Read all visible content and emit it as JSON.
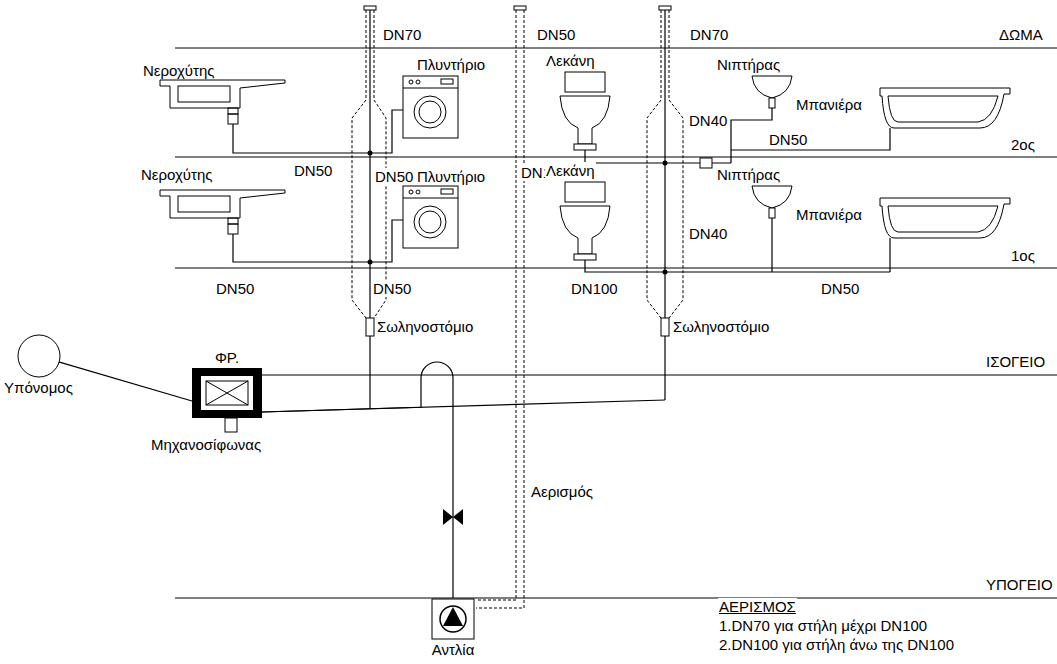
{
  "diagram": {
    "nodes": [
      {
        "text": [
          "ΦΡ."
        ]
      },
      {
        "text": [
          "Υπόνομος"
        ]
      },
      {
        "text": [
          "Αντλία"
        ]
      }
    ],
    "edges": [
      {
        "from": 0,
        "to": 1,
        "arrow": "none"
      },
      {
        "from": 2,
        "to": 0,
        "arrow": "none"
      }
    ],
    "labels": [
      "DN70",
      "DN50",
      "DN70",
      "ΔΩΜΑ",
      "Νεροχύτης",
      "Πλυντήριο",
      "Λεκάνη",
      "Νιπτήρας",
      "Μπανιέρα",
      "DN40",
      "DN50",
      "2ος",
      "DN100",
      "DN50",
      "Νεροχύτης",
      "DN50",
      "Πλυντήριο",
      "Λεκάνη",
      "Νιπτήρας",
      "DN40",
      "Μπανιέρα",
      "1ος",
      "DN50",
      "DN50",
      "DN100",
      "DN50",
      "Σωληνοστόμιο",
      "Σωληνοστόμιο",
      "ΙΣΟΓΕΙΟ",
      "Μηχανοσίφωνας",
      "Αερισμός",
      "ΥΠΟΓΕΙΟ",
      "ΑΕΡΙΣΜΟΣ",
      "1.DN70 για στήλη μέχρι DN100",
      "2.DN100 για στήλη άνω της DN100"
    ]
  }
}
